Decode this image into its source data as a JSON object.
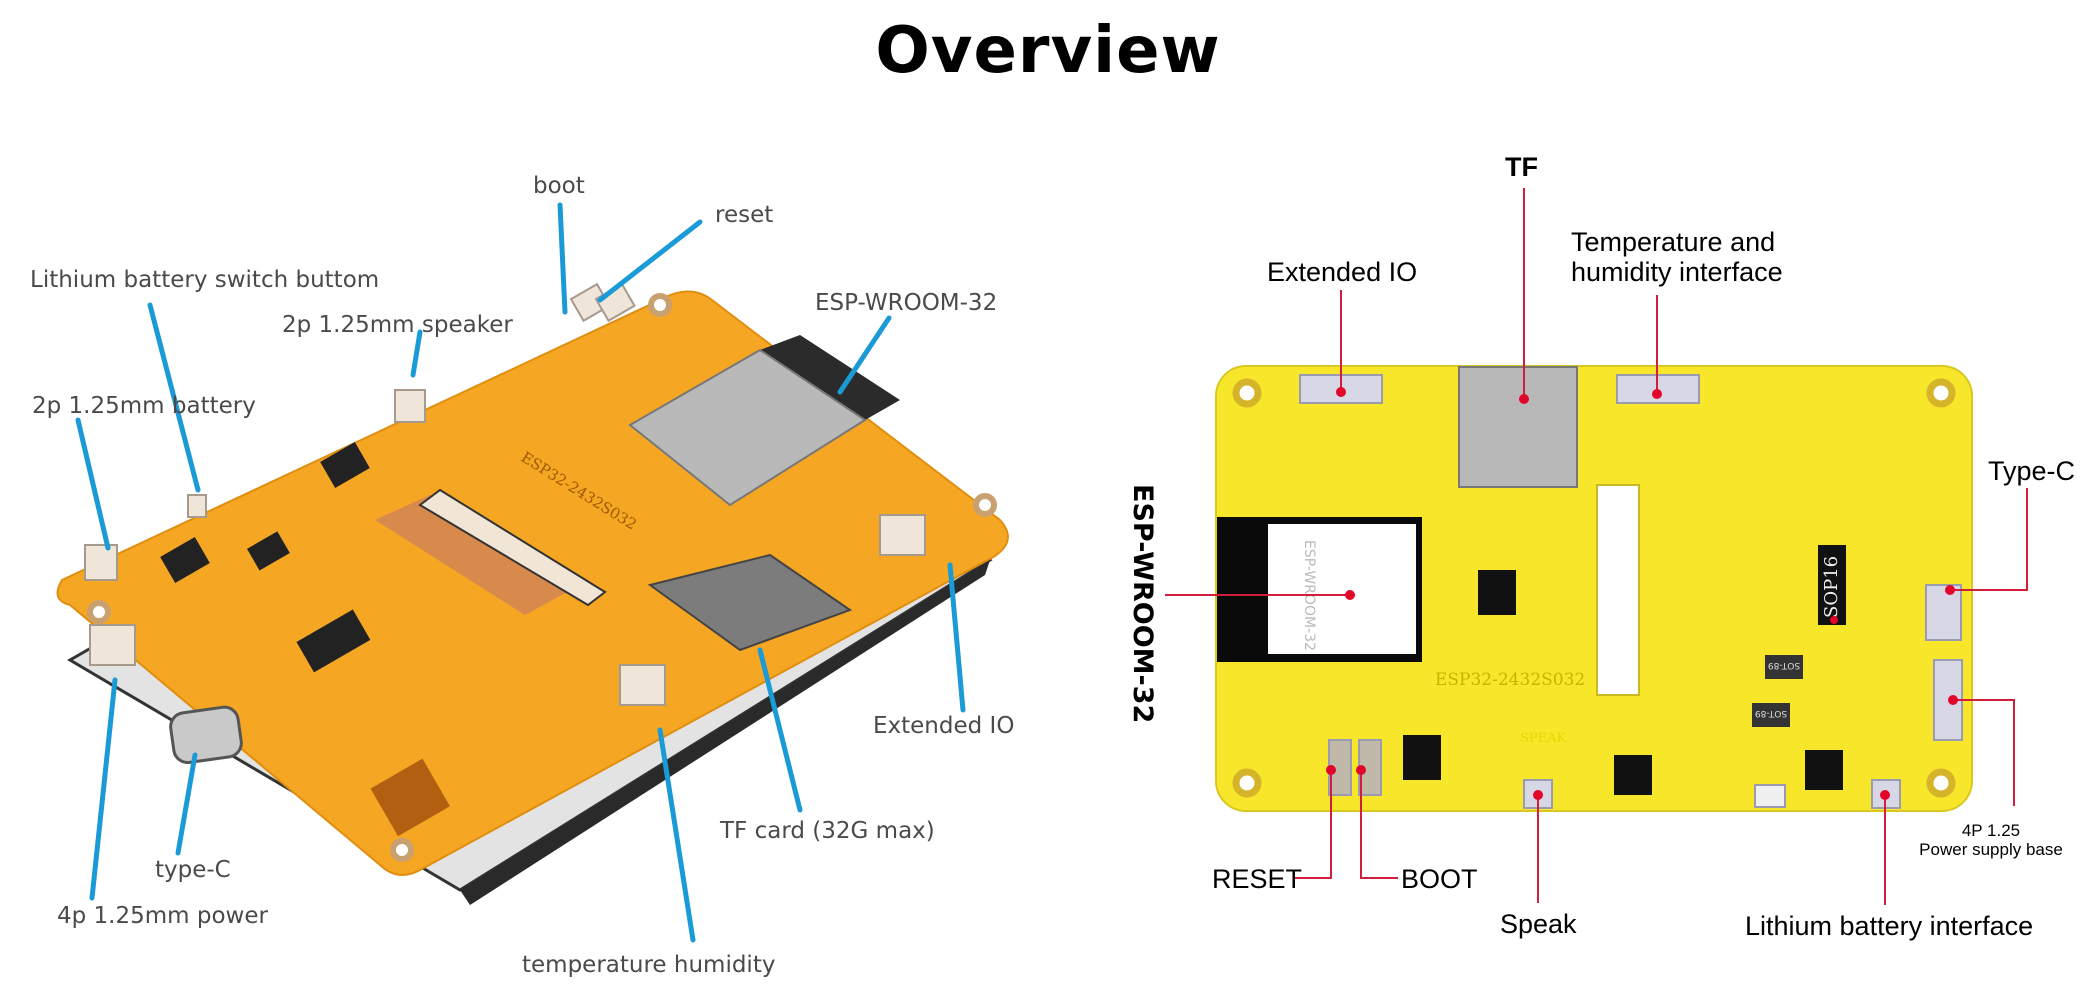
{
  "title": "Overview",
  "colors": {
    "leader_blue": "#1a9ad6",
    "leader_red": "#d21e3c",
    "board_left": "#f5a623",
    "board_right": "#f7e629",
    "label_gray": "#4a4a4a"
  },
  "left_diagram": {
    "labels": {
      "boot": "boot",
      "reset": "reset",
      "battery_switch": "Lithium battery switch buttom",
      "speaker": "2p 1.25mm speaker",
      "esp_module": "ESP-WROOM-32",
      "battery": "2p 1.25mm battery",
      "extended_io": "Extended IO",
      "tf_card": "TF card (32G max)",
      "type_c": "type-C",
      "power": "4p 1.25mm power",
      "temp_humidity": "temperature humidity"
    },
    "silkscreen": {
      "board_name": "ESP32-2432S032"
    }
  },
  "right_diagram": {
    "labels": {
      "tf": "TF",
      "extended_io": "Extended IO",
      "temp_line1": "Temperature and",
      "temp_line2": "humidity interface",
      "esp_module": "ESP-WROOM-32",
      "type_c": "Type-C",
      "power_line1": "4P 1.25",
      "power_line2": "Power supply base",
      "reset": "RESET",
      "boot": "BOOT",
      "speak": "Speak",
      "battery": "Lithium battery interface"
    },
    "silkscreen": {
      "board_name": "ESP32-2432S032",
      "chip": "SOP16",
      "module": "ESP-WROOM-32",
      "regulator": "SOT-89",
      "speak": "SPEAK"
    }
  }
}
